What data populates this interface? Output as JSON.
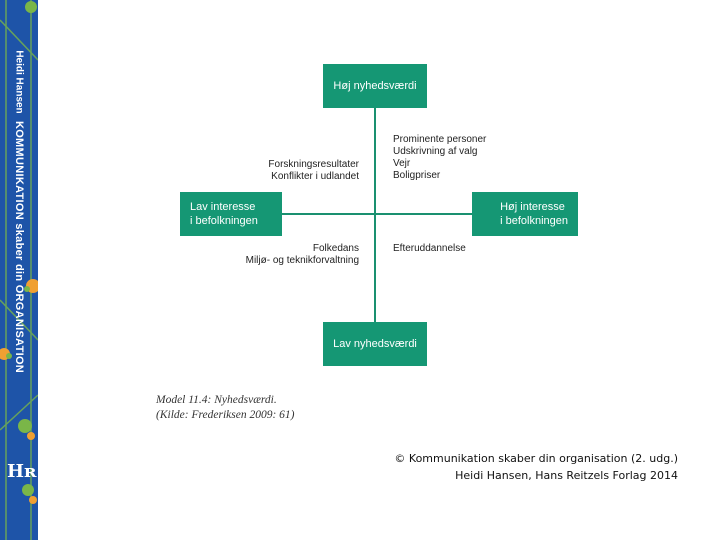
{
  "spine": {
    "author": "Heidi Hansen",
    "title": "KOMMUNIKATION skaber din ORGANISATION",
    "logo": "Hʀ",
    "colors": {
      "background": "#1e54a8",
      "dot_green": "#7ab648",
      "dot_orange": "#f0a032"
    }
  },
  "diagram": {
    "top_box": "Høj nyhedsværdi",
    "bottom_box": "Lav nyhedsværdi",
    "left_box": [
      "Lav interesse",
      "i befolkningen"
    ],
    "right_box": [
      "Høj interesse",
      "i befolkningen"
    ],
    "quadrants": {
      "top_right": [
        "Prominente personer",
        "Udskrivning af valg",
        "Vejr",
        "Boligpriser"
      ],
      "top_left": [
        "Forskningsresultater",
        "Konflikter i udlandet"
      ],
      "bottom_left": [
        "Folkedans",
        "Miljø- og teknikforvaltning"
      ],
      "bottom_right": [
        "Efteruddannelse"
      ]
    },
    "colors": {
      "box": "#159774",
      "axis": "#1a9070"
    }
  },
  "caption": [
    "Model 11.4: Nyhedsværdi.",
    "(Kilde: Frederiksen 2009: 61)"
  ],
  "copyright": [
    "© Kommunikation skaber din organisation (2. udg.)",
    "Heidi Hansen, Hans Reitzels Forlag 2014"
  ]
}
